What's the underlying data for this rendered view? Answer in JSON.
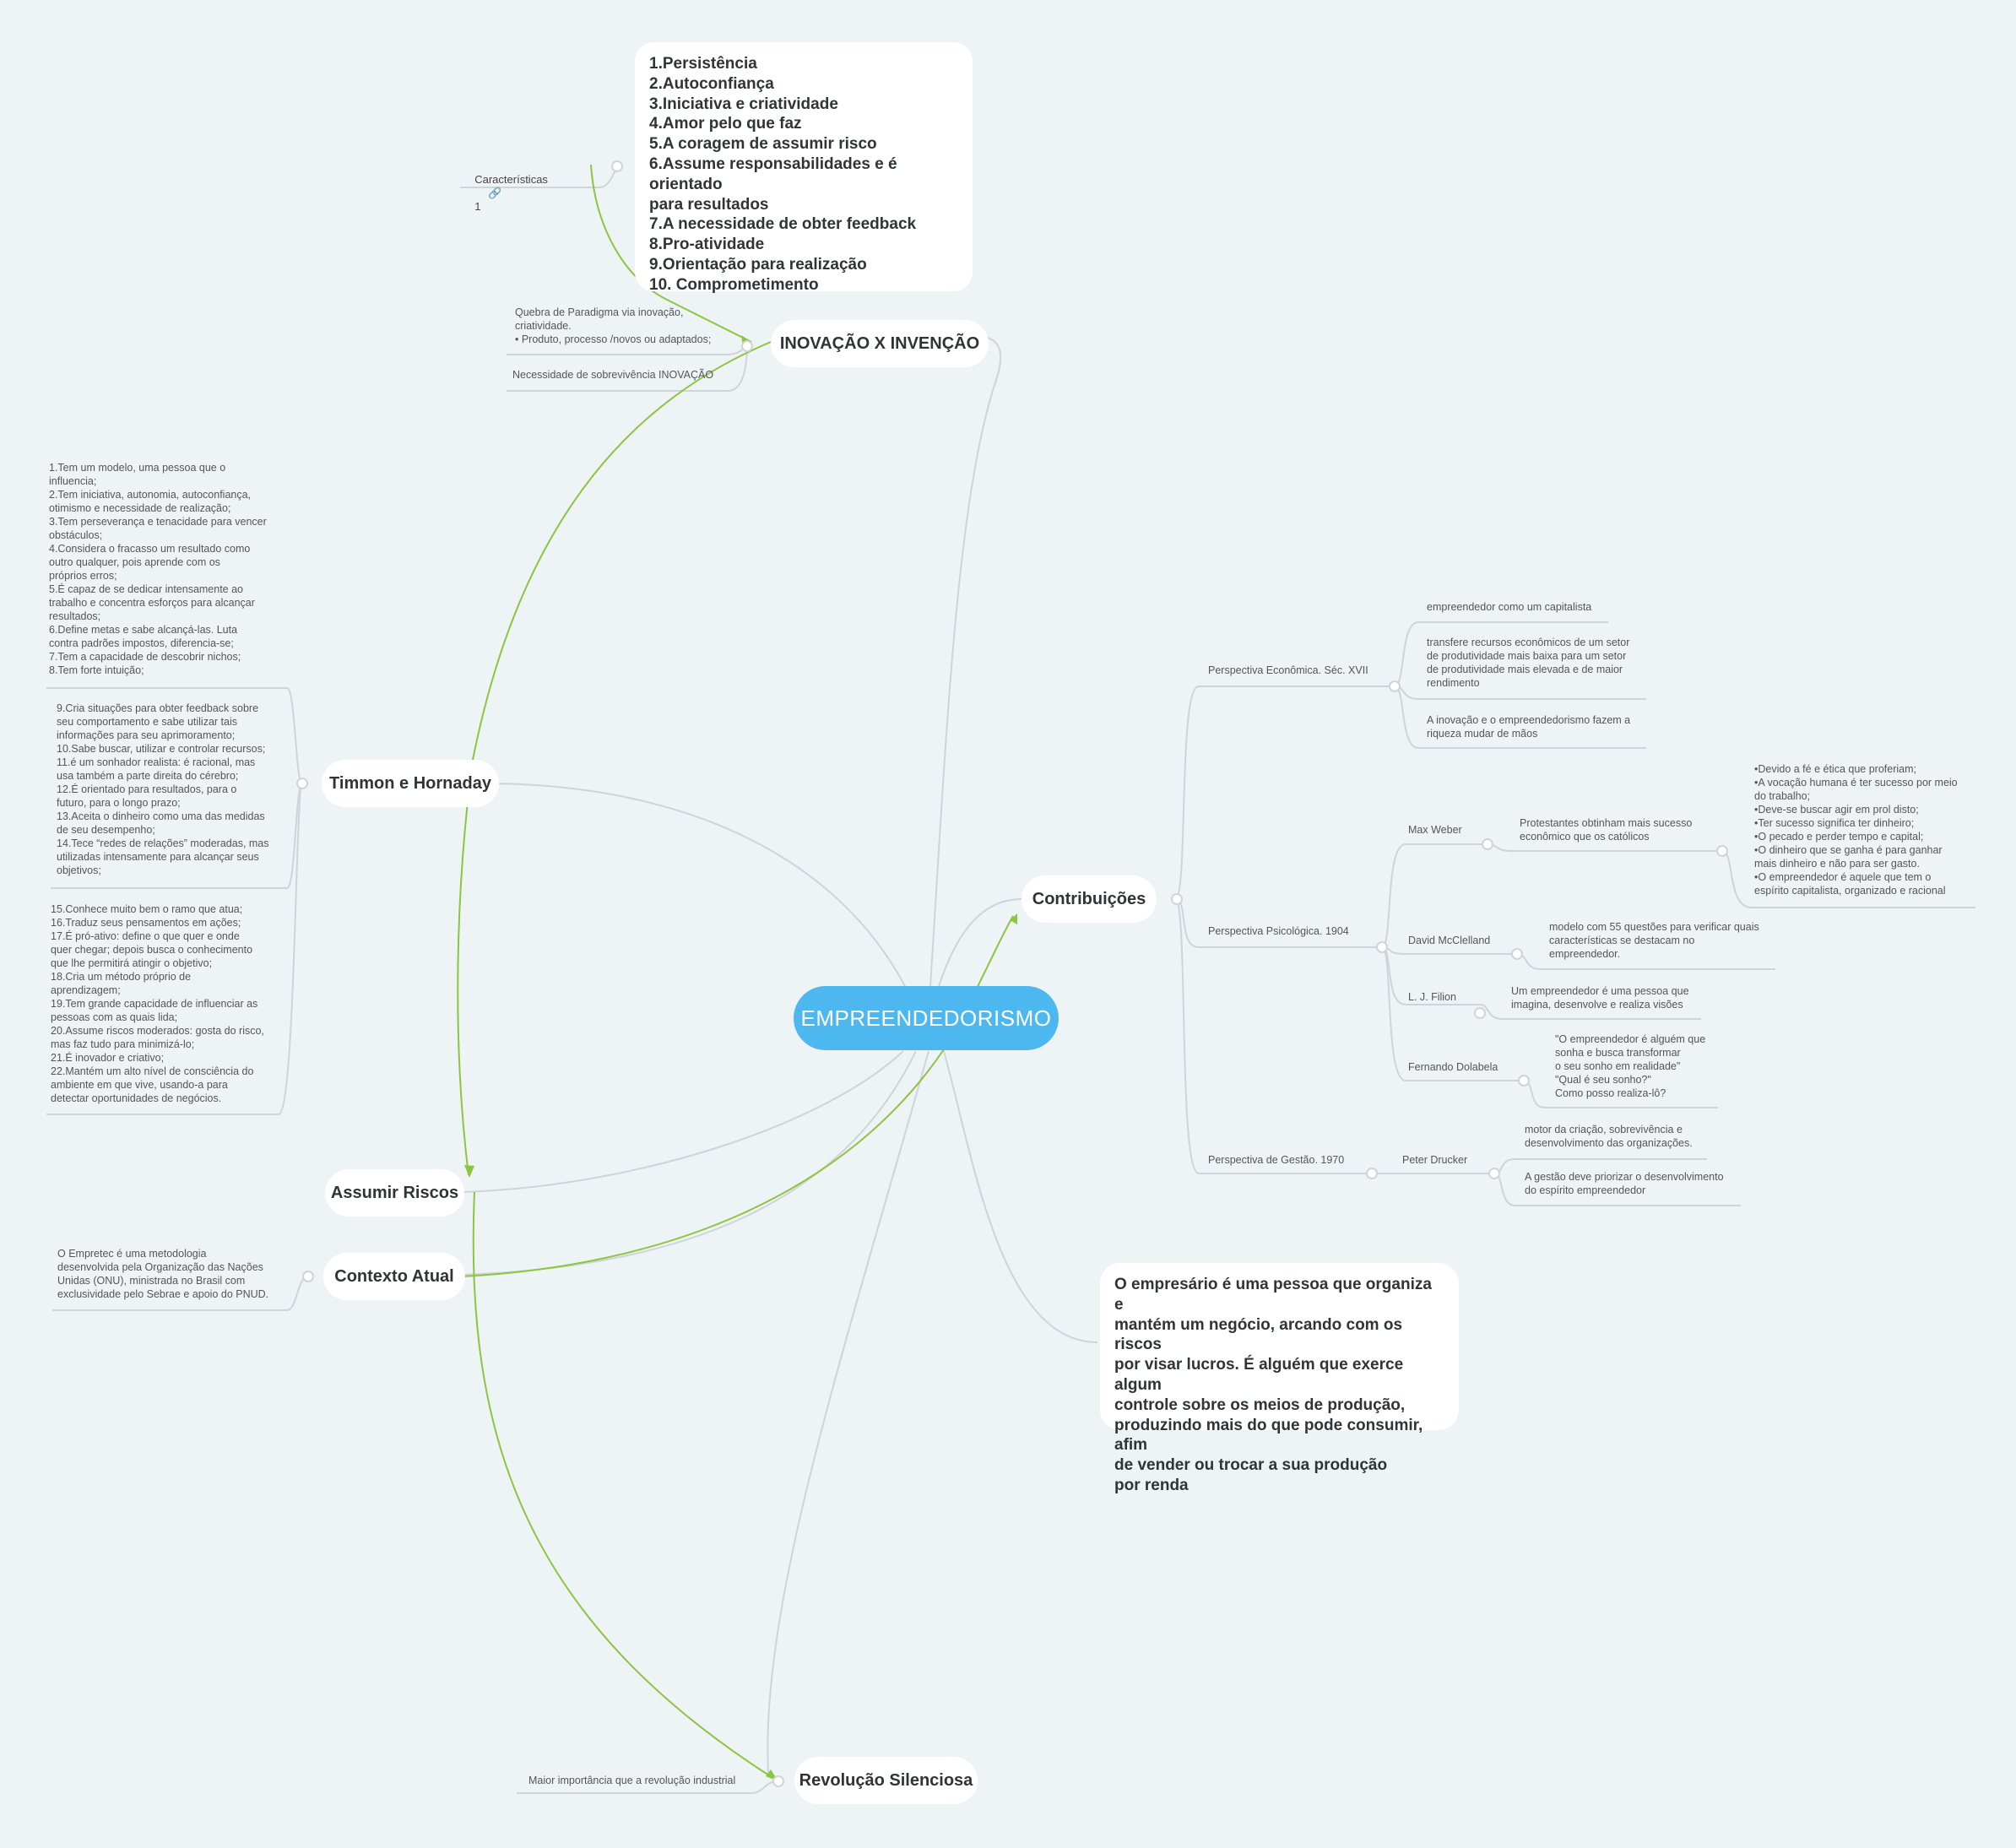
{
  "central": "EMPREENDEDORISMO",
  "caracteristicas": {
    "label": "Características",
    "link_count": "1",
    "items": "1.Persistência\n2.Autoconfiança\n3.Iniciativa e criatividade\n4.Amor pelo que faz\n5.A coragem de assumir risco\n6.Assume responsabilidades e é orientado\npara resultados\n7.A necessidade de obter feedback\n8.Pro-atividade\n9.Orientação para realização\n10. Comprometimento"
  },
  "inovacao": {
    "title": "INOVAÇÃO X INVENÇÃO",
    "note1": "Quebra de Paradigma via inovação,\ncriatividade.\n• Produto, processo /novos ou adaptados;",
    "note2": "Necessidade de sobrevivência INOVAÇÃO"
  },
  "timmon": {
    "title": "Timmon e Hornaday",
    "list1": "1.Tem um modelo, uma pessoa que o\ninfluencia;\n2.Tem iniciativa, autonomia, autoconfiança,\notimismo e necessidade de realização;\n3.Tem perseverança e tenacidade para vencer\nobstáculos;\n4.Considera o fracasso um resultado como\noutro qualquer, pois aprende com os\npróprios erros;\n5.É capaz de se dedicar intensamente ao\ntrabalho e concentra esforços para alcançar\nresultados;\n6.Define metas e sabe alcançá-las. Luta\ncontra padrões impostos, diferencia-se;\n7.Tem a capacidade de descobrir nichos;\n8.Tem forte intuição;",
    "list2": "9.Cria situações para obter feedback sobre\nseu comportamento e sabe utilizar tais\ninformações para seu aprimoramento;\n10.Sabe buscar, utilizar e controlar recursos;\n11.é um sonhador realista: é racional, mas\nusa também a parte direita do cérebro;\n12.É orientado para resultados, para o\nfuturo, para o longo prazo;\n13.Aceita o dinheiro como uma das medidas\nde seu desempenho;\n14.Tece “redes de relações” moderadas, mas\nutilizadas intensamente para alcançar seus\nobjetivos;",
    "list3": "15.Conhece muito bem o ramo que atua;\n16.Traduz seus pensamentos em ações;\n17.É pró-ativo: define o que quer e onde\nquer chegar; depois busca o conhecimento\nque lhe permitirá atingir o objetivo;\n18.Cria um método próprio de\naprendizagem;\n19.Tem grande capacidade de influenciar as\npessoas com as quais lida;\n20.Assume riscos moderados: gosta do risco,\nmas faz tudo para minimizá-lo;\n21.É inovador e criativo;\n22.Mantém um alto nível de consciência do\nambiente em que vive, usando-a para\ndetectar oportunidades de negócios."
  },
  "assumir": {
    "title": "Assumir Riscos"
  },
  "contexto": {
    "title": "Contexto Atual",
    "note": "O Empretec é uma metodologia\ndesenvolvida pela Organização das Nações\nUnidas (ONU), ministrada no Brasil com\nexclusividade pelo Sebrae e apoio do PNUD."
  },
  "revolucao": {
    "title": "Revolução Silenciosa",
    "note": "Maior importância que a revolução industrial"
  },
  "empresario": {
    "text": "O empresário é uma pessoa que organiza e\nmantém um negócio, arcando com os riscos\npor visar lucros. É alguém que exerce algum\ncontrole sobre os meios de produção,\nproduzindo mais do que pode consumir, afim\nde vender ou trocar a sua produção\npor renda"
  },
  "contribuicoes": {
    "title": "Contribuições",
    "economica": {
      "label": "Perspectiva Econômica. Séc. XVII",
      "n1": "empreendedor como um capitalista",
      "n2": "transfere recursos econômicos de um setor\nde produtividade mais baixa para um setor\nde produtividade mais elevada e de maior\nrendimento",
      "n3": "A inovação e o empreendedorismo fazem a\nriqueza mudar de mãos"
    },
    "psicologica": {
      "label": "Perspectiva Psicológica. 1904",
      "weber": "Max Weber",
      "weber_note": "Protestantes obtinham mais sucesso\neconômico que os católicos",
      "weber_list": "•Devido a fé e ética que proferiam;\n•A vocação humana é ter sucesso por meio\ndo trabalho;\n•Deve-se buscar agir em prol disto;\n•Ter sucesso significa ter dinheiro;\n•O pecado e perder tempo e capital;\n•O dinheiro que se ganha é para ganhar\nmais dinheiro e não para ser gasto.\n•O empreendedor é aquele que tem o\nespírito capitalista, organizado e racional",
      "mcclelland": "David McClelland",
      "mcclelland_note": "modelo com 55 questões para verificar quais\ncaracterísticas se destacam no\nempreendedor.",
      "filion": "L. J. Filion",
      "filion_note": "Um empreendedor é uma pessoa que\nimagina, desenvolve e realiza visões",
      "dolabela": "Fernando Dolabela",
      "dolabela_note": "\"O empreendedor é alguém que\nsonha e busca transformar\no seu sonho em realidade\"\n\"Qual é seu sonho?\"\nComo posso realiza-lô?"
    },
    "gestao": {
      "label": "Perspectiva de Gestão. 1970",
      "drucker": "Peter Drucker",
      "d1": "motor da criação, sobrevivência e\ndesenvolvimento das organizações.",
      "d2": "A gestão deve priorizar o desenvolvimento\ndo espírito empreendedor"
    }
  },
  "colors": {
    "central": "#4cb8ef",
    "green": "#8cc53f",
    "gray": "#cfd4d8",
    "bg": "#eef3f6"
  }
}
